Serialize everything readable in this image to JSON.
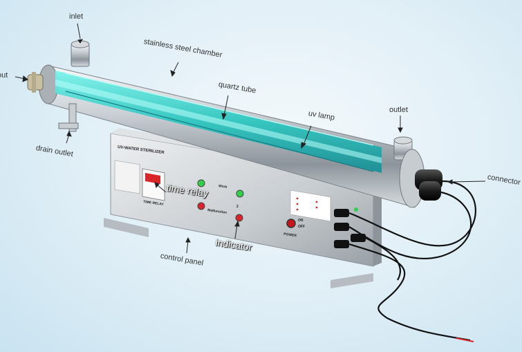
{
  "labels": {
    "inlet": "inlet",
    "out": "out",
    "chamber": "stainless steel chamber",
    "quartz": "quartz tube",
    "uv_lamp": "uv lamp",
    "outlet": "outlet",
    "drain": "drain outlet",
    "connector": "connector",
    "time_relay": "time relay",
    "indicator": "indicator",
    "control_panel": "control panel"
  },
  "panel": {
    "title": "UV-WATER STERILIZER",
    "time_relay": "TIME RELAY",
    "work": "Work",
    "malfunction": "Malfunction",
    "number": "2",
    "power": "POWER",
    "on": "ON",
    "off": "OFF"
  },
  "colors": {
    "uv_glow": "#3ad6cf",
    "steel": "#c9ced3",
    "indicator_green": "#2fd14a",
    "indicator_red": "#d8262b",
    "background": "#dfeef6"
  }
}
